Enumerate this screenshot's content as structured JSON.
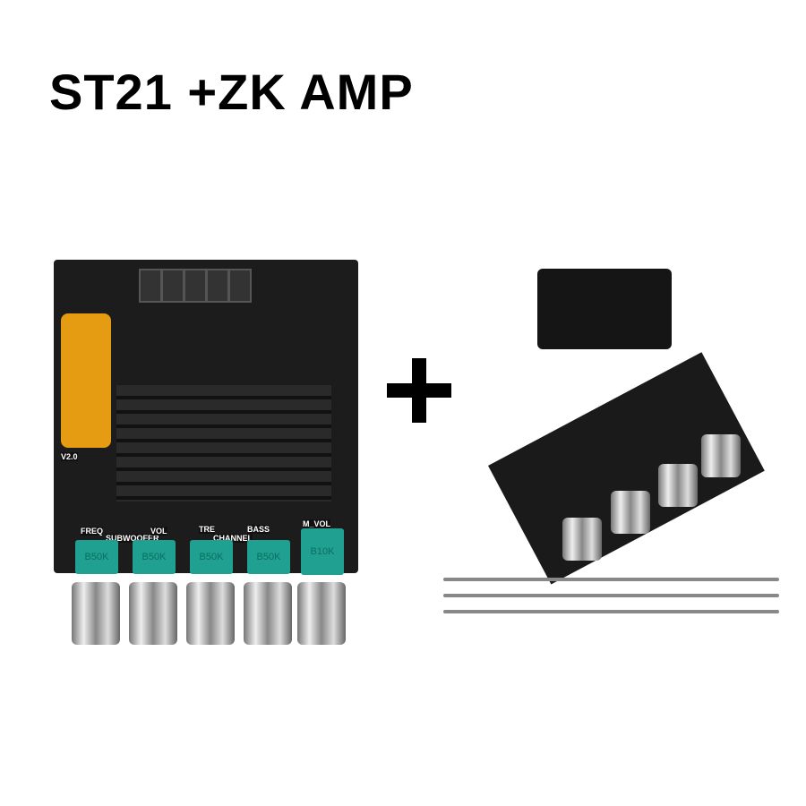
{
  "title": "ST21 +ZK AMP",
  "board_labels": {
    "freq": "FREQ",
    "subwoofer": "SUBWOOFER",
    "vol": "VOL",
    "tre": "TRE",
    "channel": "CHANNEL",
    "bass": "BASS",
    "m_vol": "M_VOL",
    "version": "V2.0"
  },
  "pots": [
    "B50K",
    "B50K",
    "B50K",
    "B50K",
    "B10K"
  ],
  "colors": {
    "pcb": "#1c1c1c",
    "pot": "#1fa090",
    "capacitor": "#e59b12"
  }
}
